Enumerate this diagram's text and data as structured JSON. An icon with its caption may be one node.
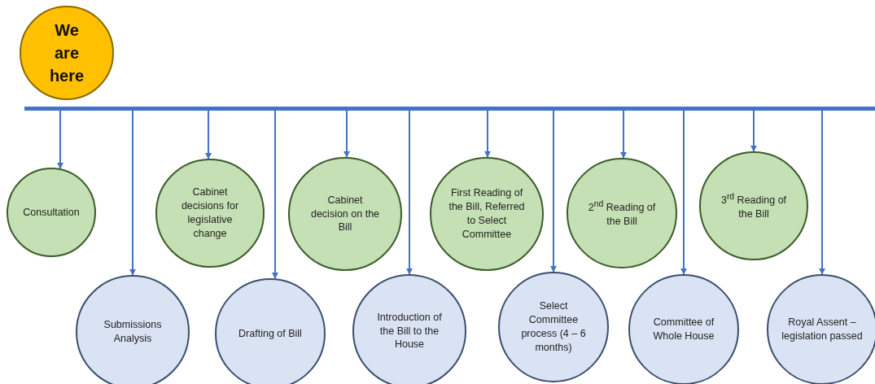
{
  "diagram": {
    "nodes": [
      {
        "text": [
          "We are here"
        ]
      },
      {
        "text": [],
        "shape": "bar"
      },
      {
        "text": [
          "Consultation"
        ]
      },
      {
        "text": [
          "Submissions Analysis"
        ]
      },
      {
        "text": [
          "Cabinet decisions for legislative change"
        ]
      },
      {
        "text": [
          "Drafting of Bill"
        ]
      },
      {
        "text": [
          "Cabinet decision on the Bill"
        ]
      },
      {
        "text": [
          "Introduction of the Bill to the House"
        ]
      },
      {
        "text": [
          "First Reading of the Bill, Referred to Select Committee"
        ]
      },
      {
        "text": [
          "Select Committee process (4 – 6 months)"
        ]
      },
      {
        "text": [
          "2$^{nd}$ Reading of the Bill"
        ]
      },
      {
        "text": [
          "Committee of Whole House"
        ]
      },
      {
        "text": [
          "3$^{rd}$ Reading of the Bill"
        ]
      },
      {
        "text": [
          "Royal Assent – legislation passed"
        ]
      }
    ],
    "edges": [
      {
        "from": 1,
        "to": 2,
        "arrow": "to"
      },
      {
        "from": 1,
        "to": 3,
        "arrow": "to"
      },
      {
        "from": 1,
        "to": 4,
        "arrow": "to"
      },
      {
        "from": 1,
        "to": 5,
        "arrow": "to"
      },
      {
        "from": 1,
        "to": 6,
        "arrow": "to"
      },
      {
        "from": 1,
        "to": 7,
        "arrow": "to"
      },
      {
        "from": 1,
        "to": 8,
        "arrow": "to"
      },
      {
        "from": 1,
        "to": 9,
        "arrow": "to"
      },
      {
        "from": 1,
        "to": 10,
        "arrow": "to"
      },
      {
        "from": 1,
        "to": 11,
        "arrow": "to"
      },
      {
        "from": 1,
        "to": 12,
        "arrow": "to"
      },
      {
        "from": 1,
        "to": 13,
        "arrow": "to"
      }
    ]
  }
}
